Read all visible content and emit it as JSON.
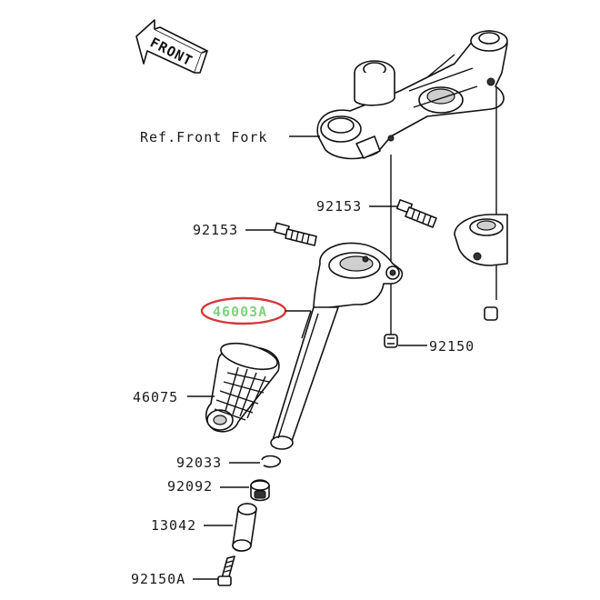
{
  "direction_label": "FRONT",
  "ref_label": "Ref.Front Fork",
  "parts": {
    "bolt_upper_right": "92153",
    "bolt_left": "92153",
    "handlebar": "46003A",
    "bolt_lower": "92150",
    "grip": "46075",
    "circlip": "92033",
    "damper": "92092",
    "weight": "13042",
    "end_bolt": "92150A"
  },
  "colors": {
    "highlight_ring": "#d33a3a",
    "highlight_text": "#7fd07f"
  }
}
